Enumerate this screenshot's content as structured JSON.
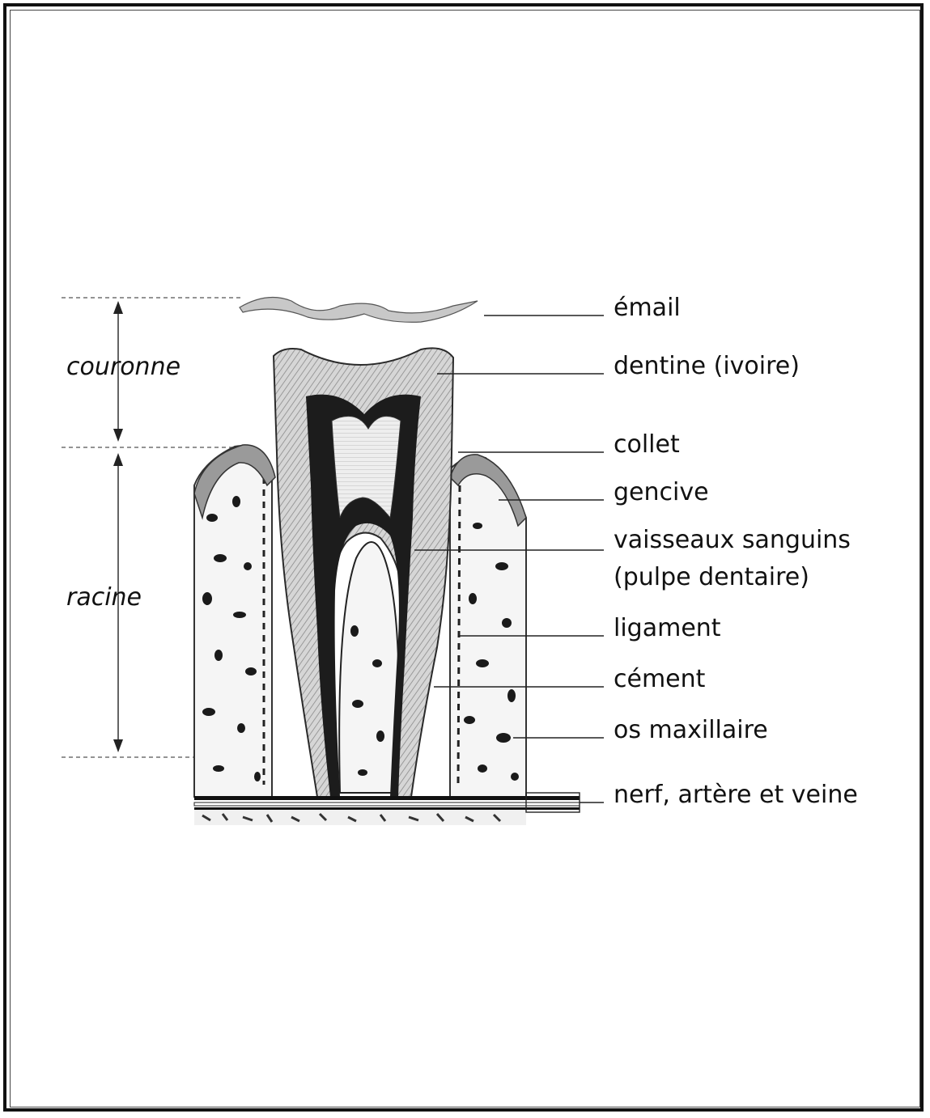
{
  "zones": {
    "crown": "couronne",
    "root": "racine"
  },
  "labels": {
    "enamel": "émail",
    "dentin": "dentine (ivoire)",
    "neck": "collet",
    "gum": "gencive",
    "vessels_line1": "vaisseaux sanguins",
    "vessels_line2": "(pulpe dentaire)",
    "ligament": "ligament",
    "cementum": "cément",
    "jawbone": "os maxillaire",
    "nerve": "nerf, artère et veine"
  },
  "colors": {
    "ink": "#111111",
    "dentin": "#b8b8b8",
    "pulp": "#ffffff",
    "bone": "#f4f4f4",
    "spots": "#1a1a1a"
  }
}
